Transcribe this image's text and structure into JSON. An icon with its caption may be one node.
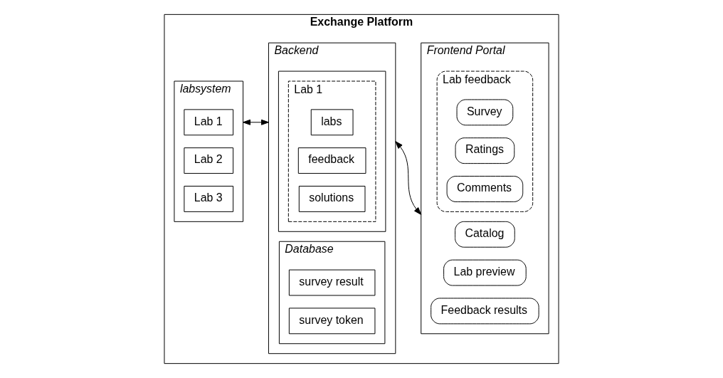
{
  "diagram": {
    "nodes": [
      {
        "text": [
          "Exchange Platform"
        ]
      },
      {
        "text": [
          "labsystem"
        ],
        "in": 0
      },
      {
        "text": [
          "Lab 1"
        ],
        "in": 1
      },
      {
        "text": [
          "Lab 2"
        ],
        "in": 1
      },
      {
        "text": [
          "Lab 3"
        ],
        "in": 1
      },
      {
        "text": [
          "Backend"
        ],
        "in": 0
      },
      {
        "text": [],
        "shape": "box",
        "in": 5
      },
      {
        "text": [
          "Lab 1"
        ],
        "in": 6
      },
      {
        "text": [
          "labs"
        ],
        "in": 7
      },
      {
        "text": [
          "feedback"
        ],
        "in": 7
      },
      {
        "text": [
          "solutions"
        ],
        "in": 7
      },
      {
        "text": [
          "Database"
        ],
        "in": 5
      },
      {
        "text": [
          "survey result"
        ],
        "in": 11
      },
      {
        "text": [
          "survey token"
        ],
        "in": 11
      },
      {
        "text": [
          "Frontend Portal"
        ],
        "in": 0
      },
      {
        "text": [
          "Catalog"
        ],
        "in": 14
      },
      {
        "text": [
          "Lab preview"
        ],
        "in": 14
      },
      {
        "text": [
          "Lab feedback"
        ],
        "in": 14
      },
      {
        "text": [
          "Survey"
        ],
        "in": 17
      },
      {
        "text": [
          "Ratings"
        ],
        "in": 17
      },
      {
        "text": [
          "Comments"
        ],
        "in": 17
      },
      {
        "text": [
          "Feedback results"
        ],
        "in": 14
      }
    ],
    "edges": [
      {
        "from": 1,
        "to": 5,
        "arrow": "both"
      },
      {
        "from": 5,
        "to": 14,
        "arrow": "both"
      }
    ]
  }
}
